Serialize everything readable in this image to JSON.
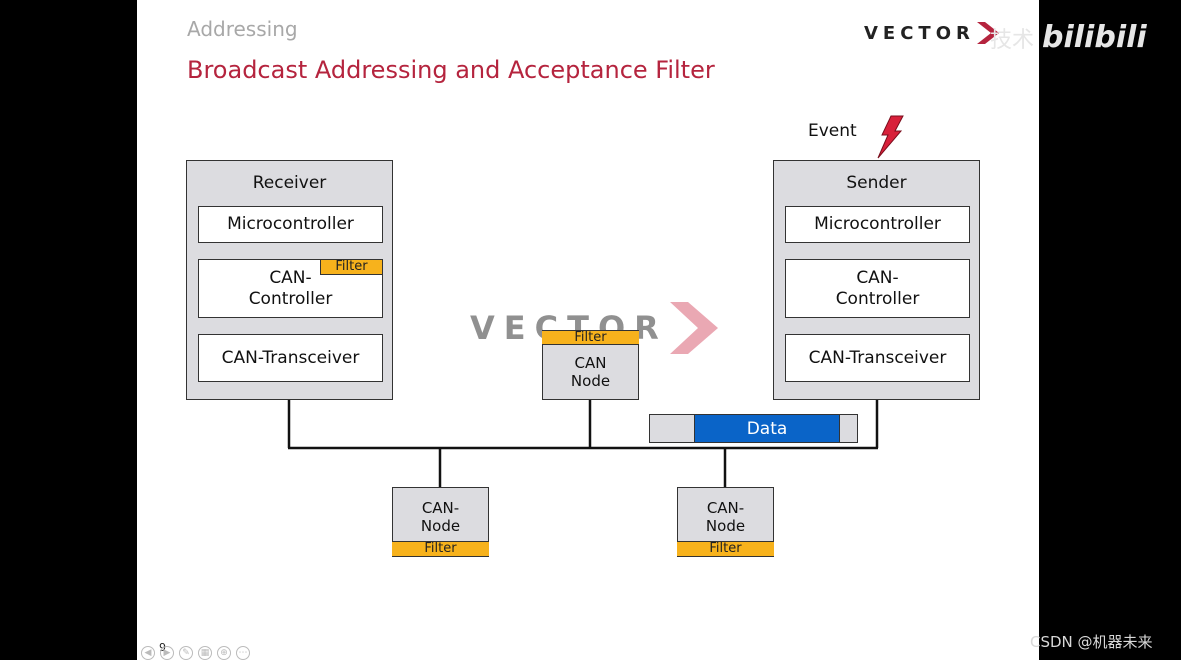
{
  "slide": {
    "section": "Addressing",
    "title": "Broadcast Addressing and Acceptance Filter",
    "logo_text": "VECTOR",
    "page_number": "9"
  },
  "receiver": {
    "title": "Receiver",
    "microcontroller": "Microcontroller",
    "filter": "Filter",
    "controller": "CAN-\nController",
    "transceiver": "CAN-Transceiver"
  },
  "sender": {
    "event": "Event",
    "title": "Sender",
    "microcontroller": "Microcontroller",
    "controller": "CAN-\nController",
    "transceiver": "CAN-Transceiver"
  },
  "nodes": [
    {
      "label": "CAN\nNode",
      "filter": "Filter"
    },
    {
      "label": "CAN-\nNode",
      "filter": "Filter"
    },
    {
      "label": "CAN-\nNode",
      "filter": "Filter"
    }
  ],
  "data_frame": {
    "label": "Data"
  },
  "overlay": {
    "bili_text": "技术",
    "bili_logo": "bilibili",
    "csdn": "CSDN @机器未来"
  },
  "colors": {
    "title": "#b5243e",
    "filter": "#f7b21c",
    "data": "#0a64c8",
    "box": "#dcdce0",
    "event": "#d8203a"
  }
}
